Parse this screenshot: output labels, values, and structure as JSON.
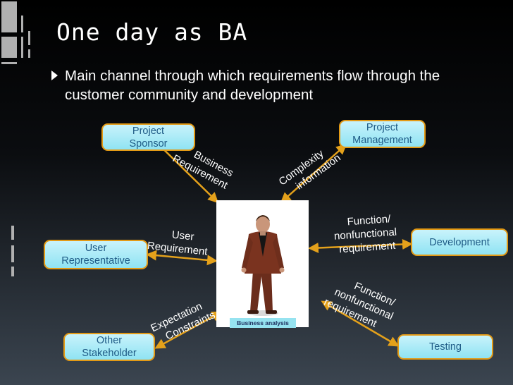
{
  "slide": {
    "title": "One day as BA",
    "bullet": "Main channel through which requirements flow through the customer community and development"
  },
  "diagram": {
    "center": {
      "caption": "Business analysis"
    },
    "stakeholders": {
      "sponsor": {
        "line1": "Project",
        "line2": "Sponsor"
      },
      "management": {
        "line1": "Project",
        "line2": "Management"
      },
      "user_rep": {
        "line1": "User",
        "line2": "Representative"
      },
      "development": {
        "line1": "Development"
      },
      "other": {
        "line1": "Other",
        "line2": "Stakeholder"
      },
      "testing": {
        "line1": "Testing"
      }
    },
    "flows": {
      "business_req": {
        "line1": "Business",
        "line2": "Requirement"
      },
      "complexity": {
        "line1": "Complexity",
        "line2": "information"
      },
      "user_req": {
        "line1": "User",
        "line2": "Requirement"
      },
      "func_dev": {
        "line1": "Function/",
        "line2": "nonfunctional",
        "line3": "requirement"
      },
      "expectation": {
        "line1": "Expectation",
        "line2": "Constraints"
      },
      "func_test": {
        "line1": "Function/",
        "line2": "nonfunctional",
        "line3": "requirement"
      }
    }
  },
  "colors": {
    "arrow": "#e4a11b",
    "box_border": "#e39a16",
    "box_text": "#1f5b86"
  }
}
